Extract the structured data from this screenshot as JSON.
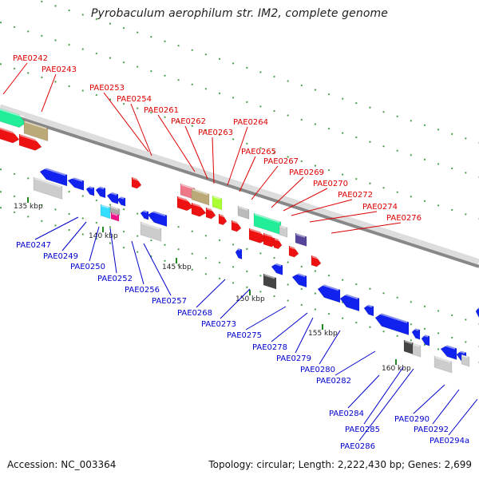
{
  "title": "Pyrobaculum aerophilum str. IM2, complete genome",
  "footer": {
    "accession": "Accession: NC_003364",
    "summary": "Topology: circular; Length: 2,222,430 bp; Genes: 2,699"
  },
  "colors": {
    "forward_label": "#dd0000",
    "reverse_label": "#0000cc",
    "backbone": "#888888",
    "tick": "#228822"
  },
  "scale_labels": [
    "135 kbp",
    "140 kbp",
    "145 kbp",
    "150 kbp",
    "155 kbp",
    "160 kbp"
  ],
  "forward_labels": [
    "PAE0242",
    "PAE0243",
    "PAE0253",
    "PAE0254",
    "PAE0261",
    "PAE0262",
    "PAE0263",
    "PAE0264",
    "PAE0265",
    "PAE0267",
    "PAE0269",
    "PAE0270",
    "PAE0272",
    "PAE0274",
    "PAE0276"
  ],
  "reverse_labels": [
    "PAE0247",
    "PAE0249",
    "PAE0250",
    "PAE0252",
    "PAE0256",
    "PAE0257",
    "PAE0268",
    "PAE0273",
    "PAE0275",
    "PAE0278",
    "PAE0279",
    "PAE0280",
    "PAE0282",
    "PAE0284",
    "PAE0285",
    "PAE0286",
    "PAE0290",
    "PAE0292",
    "PAE0294a"
  ]
}
